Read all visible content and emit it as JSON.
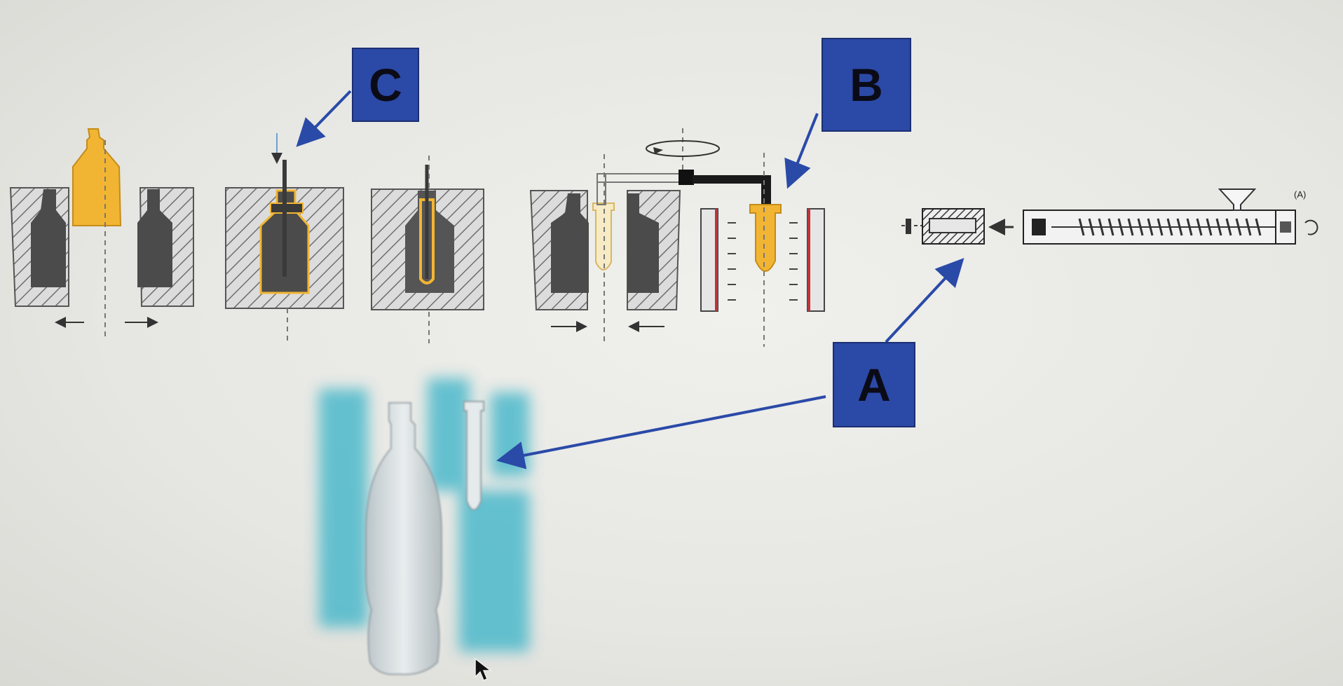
{
  "callouts": {
    "a": "A",
    "b": "B",
    "c": "C"
  },
  "extruder": {
    "tag": "(A)"
  },
  "colors": {
    "label_box": "#2b49a6",
    "arrow": "#2a4aa8",
    "preform_yellow": "#f2b533",
    "mold_hatch": "#6e6e6e",
    "bottle_core": "#4b4b4b",
    "heater_bar": "#c0333a",
    "photo_tint": "#43b6c9"
  },
  "icons": [
    "rotation-arrow-icon",
    "mouse-cursor-icon",
    "left-arrow-icon",
    "right-arrow-icon"
  ]
}
